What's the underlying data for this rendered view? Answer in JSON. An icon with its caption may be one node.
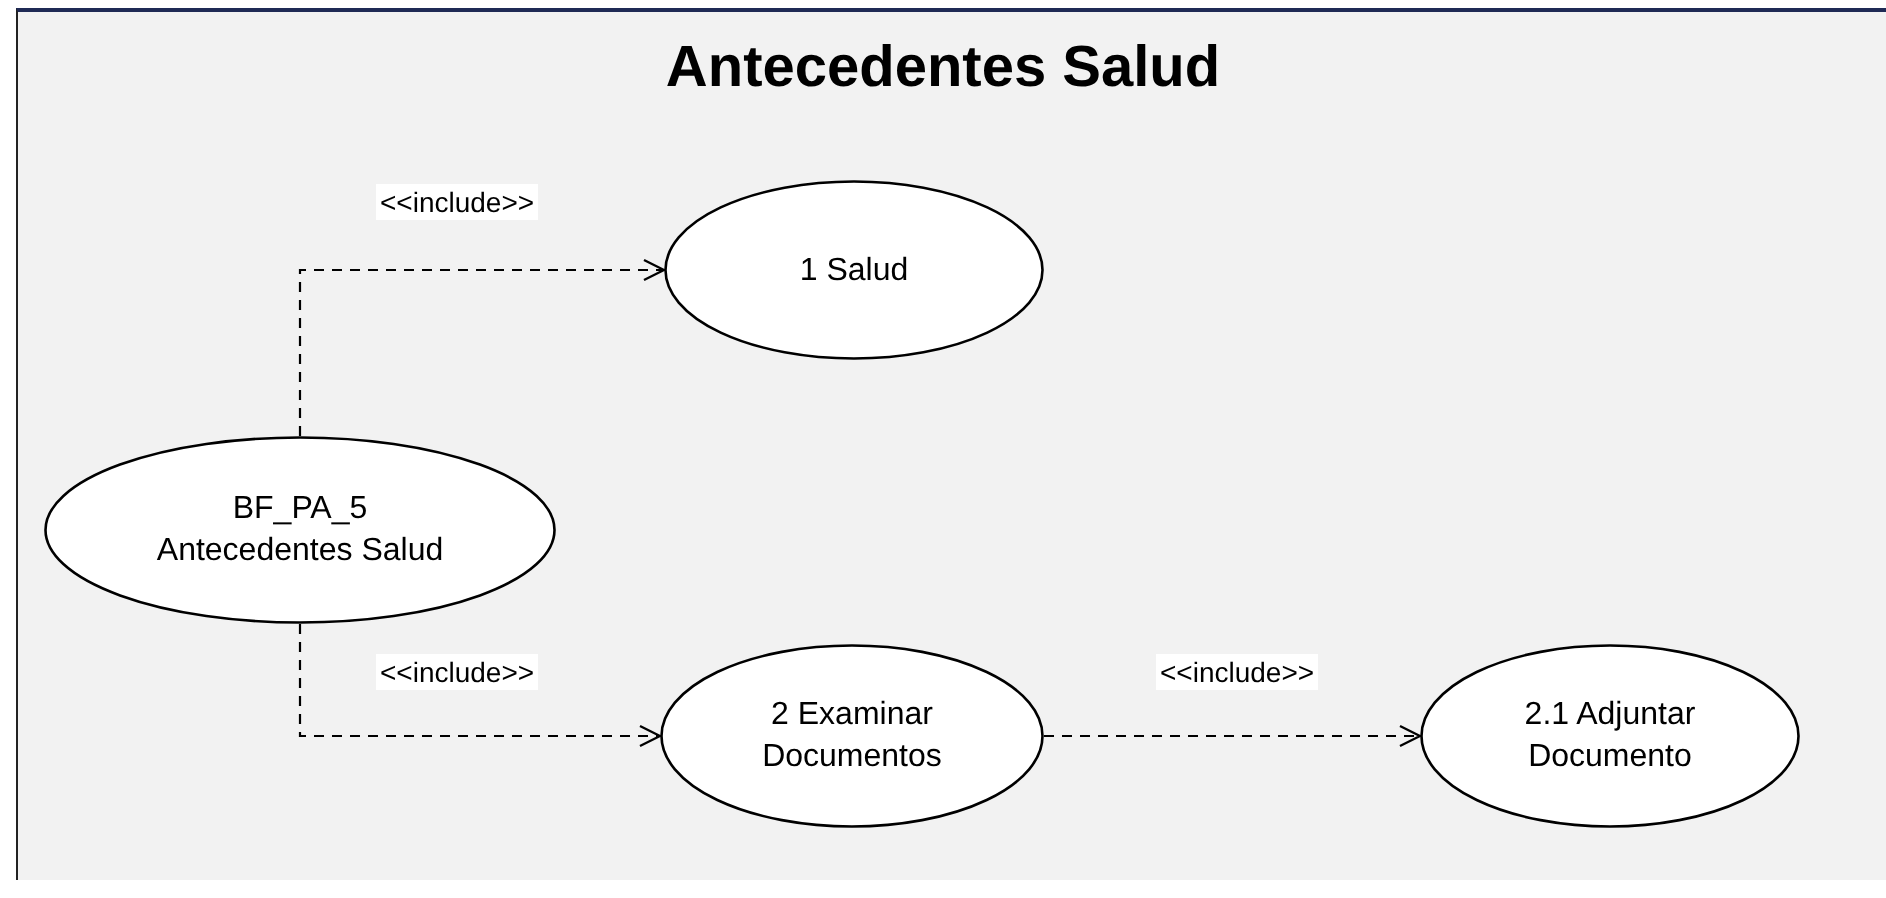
{
  "diagram": {
    "title": "Antecedentes Salud",
    "nodes": [
      {
        "text": [
          "BF_PA_5 Antecedentes Salud"
        ]
      },
      {
        "text": [
          "1 Salud"
        ]
      },
      {
        "text": [
          "2 Examinar Documentos"
        ]
      },
      {
        "text": [
          "2.1 Adjuntar Documento"
        ]
      }
    ],
    "edges": [
      {
        "from": 0,
        "to": 1,
        "arrow": "to",
        "label": "<<include>>",
        "style": "dashed"
      },
      {
        "from": 0,
        "to": 2,
        "arrow": "to",
        "label": "<<include>>",
        "style": "dashed"
      },
      {
        "from": 2,
        "to": 3,
        "arrow": "to",
        "label": "<<include>>",
        "style": "dashed"
      }
    ]
  }
}
